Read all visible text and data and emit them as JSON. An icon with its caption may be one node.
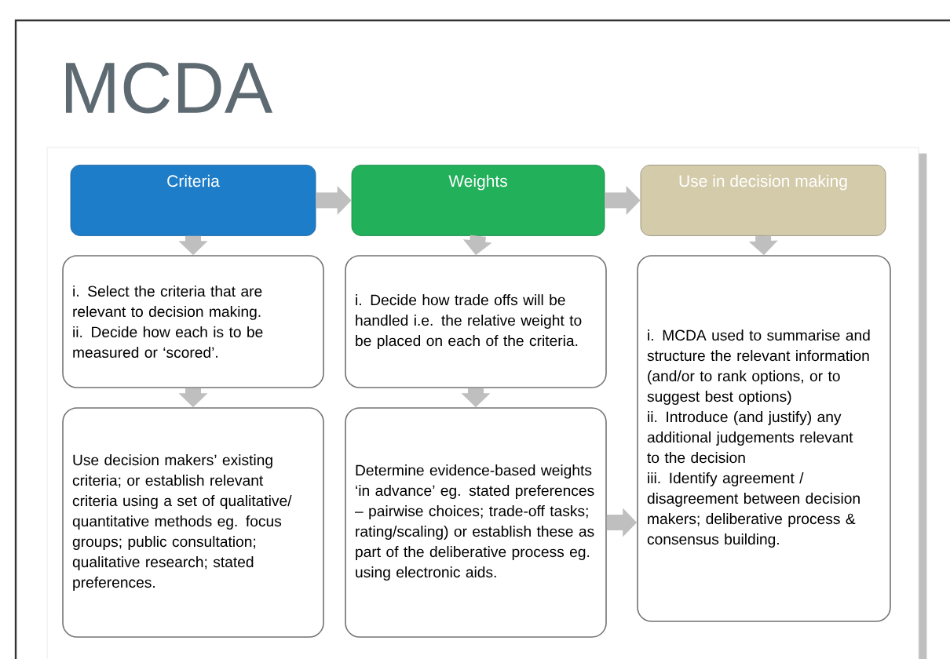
{
  "diagram": {
    "title": "MCDA",
    "nodes": [
      {
        "text": [
          "Criteria"
        ]
      },
      {
        "text": [
          "Weights"
        ]
      },
      {
        "text": [
          "Use in decision making"
        ]
      },
      {
        "text": [
          "i. Select the criteria that are relevant to decision making.",
          "ii. Decide how each is to be measured or ‘scored’."
        ]
      },
      {
        "text": [
          "Use decision makers’ existing criteria; or establish relevant criteria using a set of qualitative/ quantitative methods eg. focus groups; public consultation; qualitative research; stated preferences."
        ]
      },
      {
        "text": [
          "i. Decide how trade offs will be handled i.e. the relative weight to be placed on each of the criteria."
        ]
      },
      {
        "text": [
          "Determine evidence-based weights ‘in advance’ eg. stated preferences – pairwise choices; trade-off tasks; rating/scaling) or establish these as part of the deliberative process eg. using electronic aids."
        ]
      },
      {
        "text": [
          "i. MCDA used to summarise and structure the relevant information (and/or to rank options, or to suggest best options)",
          "ii. Introduce (and justify) any additional judgements relevant to the decision",
          "iii. Identify agreement / disagreement between decision makers; deliberative process & consensus building."
        ]
      }
    ],
    "edges": [
      {
        "from": 0,
        "to": 1,
        "arrow": "to"
      },
      {
        "from": 1,
        "to": 2,
        "arrow": "to"
      },
      {
        "from": 0,
        "to": 3,
        "arrow": "to"
      },
      {
        "from": 3,
        "to": 4,
        "arrow": "to"
      },
      {
        "from": 1,
        "to": 5,
        "arrow": "to"
      },
      {
        "from": 5,
        "to": 6,
        "arrow": "to"
      },
      {
        "from": 2,
        "to": 7,
        "arrow": "to"
      },
      {
        "from": 6,
        "to": 7,
        "arrow": "to"
      }
    ]
  }
}
